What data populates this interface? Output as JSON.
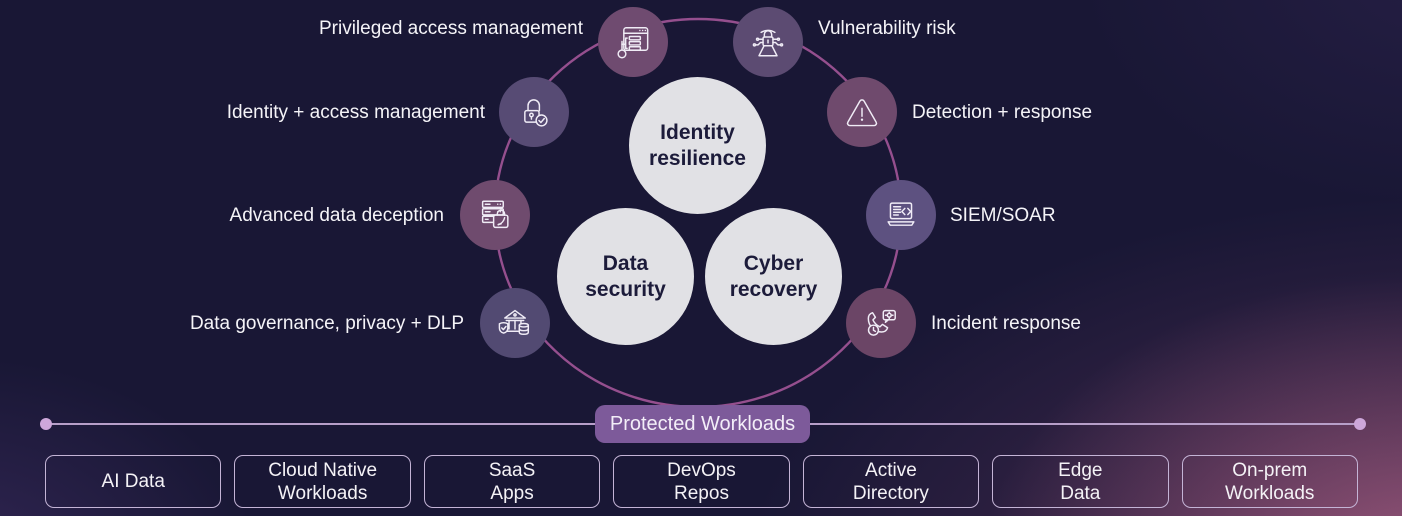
{
  "palette": {
    "background": "#191735",
    "ring_line": "#9c5294",
    "baseline": "#b79fc9",
    "baseline_dot": "#cda7da",
    "circle_fill": "#e1e1e5",
    "circle_text": "#1c1b3a",
    "label_text": "#f5f4f8",
    "badge_fill": "#7d5a9a",
    "badge_text": "#f3eef8",
    "box_border": "#c4b4d6",
    "box_text": "#f4f2f6",
    "icon_stroke": "#f0ecf6",
    "glow_pink_strong": "rgba(226,126,160,0.50)",
    "glow_pink_soft": "rgba(180,90,140,0.35)",
    "glow_purple": "rgba(120,80,170,0.26)",
    "glow_purple_faint": "rgba(120,80,170,0.12)"
  },
  "center_circles": [
    {
      "id": "identity-resilience",
      "label": "Identity\nresilience"
    },
    {
      "id": "data-security",
      "label": "Data\nsecurity"
    },
    {
      "id": "cyber-recovery",
      "label": "Cyber\nrecovery"
    }
  ],
  "ring_items": [
    {
      "id": "privileged-access",
      "label": "Privileged access management",
      "icon": "privileged-access-icon",
      "circle_color": "#6f4b70"
    },
    {
      "id": "vulnerability-risk",
      "label": "Vulnerability risk",
      "icon": "vulnerability-risk-icon",
      "circle_color": "#5c4b72"
    },
    {
      "id": "identity-access",
      "label": "Identity + access management",
      "icon": "identity-access-icon",
      "circle_color": "#574b74"
    },
    {
      "id": "detection-response",
      "label": "Detection + response",
      "icon": "detection-response-icon",
      "circle_color": "#6f4a6d"
    },
    {
      "id": "advanced-data-deception",
      "label": "Advanced data deception",
      "icon": "data-deception-icon",
      "circle_color": "#6f4b6e"
    },
    {
      "id": "siem-soar",
      "label": "SIEM/SOAR",
      "icon": "siem-soar-icon",
      "circle_color": "#5d5180"
    },
    {
      "id": "data-governance",
      "label": "Data governance, privacy + DLP",
      "icon": "data-governance-icon",
      "circle_color": "#524a72"
    },
    {
      "id": "incident-response",
      "label": "Incident response",
      "icon": "incident-response-icon",
      "circle_color": "#6b4566"
    }
  ],
  "protected_workloads": {
    "label": "Protected Workloads"
  },
  "workloads": [
    {
      "label": "AI Data"
    },
    {
      "label": "Cloud Native\nWorkloads"
    },
    {
      "label": "SaaS\nApps"
    },
    {
      "label": "DevOps\nRepos"
    },
    {
      "label": "Active\nDirectory"
    },
    {
      "label": "Edge\nData"
    },
    {
      "label": "On-prem\nWorkloads"
    }
  ]
}
